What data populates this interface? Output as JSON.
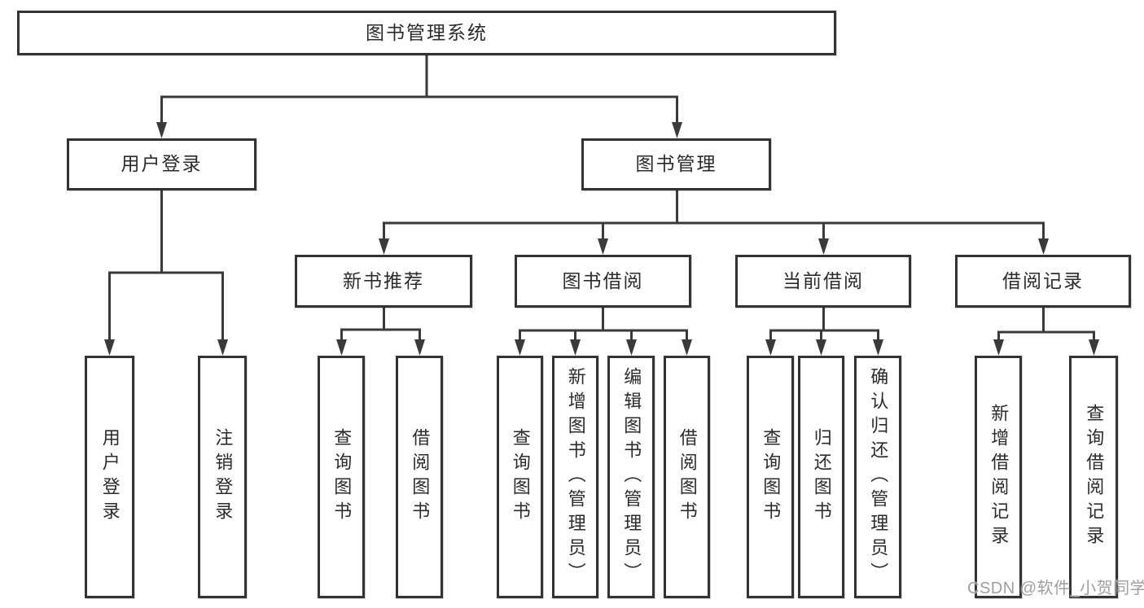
{
  "diagram": {
    "type": "functional-structure-tree",
    "title": "图书管理系统",
    "colors": {
      "background": "#ffffff",
      "box_border": "#333333",
      "line": "#3a3a3a",
      "text": "#2b2b2b",
      "watermark": "#9e9e9e"
    },
    "nodes": {
      "root": {
        "label": "图书管理系统"
      },
      "user_login": {
        "label": "用户登录"
      },
      "book_mgmt": {
        "label": "图书管理"
      },
      "new_book": {
        "label": "新书推荐"
      },
      "book_borrow": {
        "label": "图书借阅"
      },
      "current_borrow": {
        "label": "当前借阅"
      },
      "borrow_record": {
        "label": "借阅记录"
      },
      "leaf_user_login": {
        "label": "用户登录"
      },
      "leaf_logout": {
        "label": "注销登录"
      },
      "leaf_nb_query": {
        "label": "查询图书"
      },
      "leaf_nb_borrow": {
        "label": "借阅图书"
      },
      "leaf_bb_query": {
        "label": "查询图书"
      },
      "leaf_bb_add": {
        "label": "新增图书（管理员）"
      },
      "leaf_bb_edit": {
        "label": "编辑图书（管理员）"
      },
      "leaf_bb_borrow": {
        "label": "借阅图书"
      },
      "leaf_cb_query": {
        "label": "查询图书"
      },
      "leaf_cb_return": {
        "label": "归还图书"
      },
      "leaf_cb_confirm": {
        "label": "确认归还（管理员）"
      },
      "leaf_br_add": {
        "label": "新增借阅记录"
      },
      "leaf_br_query": {
        "label": "查询借阅记录"
      }
    },
    "tree": {
      "label": "图书管理系统",
      "children": [
        {
          "label": "用户登录",
          "children": [
            {
              "label": "用户登录"
            },
            {
              "label": "注销登录"
            }
          ]
        },
        {
          "label": "图书管理",
          "children": [
            {
              "label": "新书推荐",
              "children": [
                {
                  "label": "查询图书"
                },
                {
                  "label": "借阅图书"
                }
              ]
            },
            {
              "label": "图书借阅",
              "children": [
                {
                  "label": "查询图书"
                },
                {
                  "label": "新增图书（管理员）"
                },
                {
                  "label": "编辑图书（管理员）"
                },
                {
                  "label": "借阅图书"
                }
              ]
            },
            {
              "label": "当前借阅",
              "children": [
                {
                  "label": "查询图书"
                },
                {
                  "label": "归还图书"
                },
                {
                  "label": "确认归还（管理员）"
                }
              ]
            },
            {
              "label": "借阅记录",
              "children": [
                {
                  "label": "新增借阅记录"
                },
                {
                  "label": "查询借阅记录"
                }
              ]
            }
          ]
        }
      ]
    }
  },
  "watermark": {
    "text": "CSDN @软件_小贺同学"
  }
}
